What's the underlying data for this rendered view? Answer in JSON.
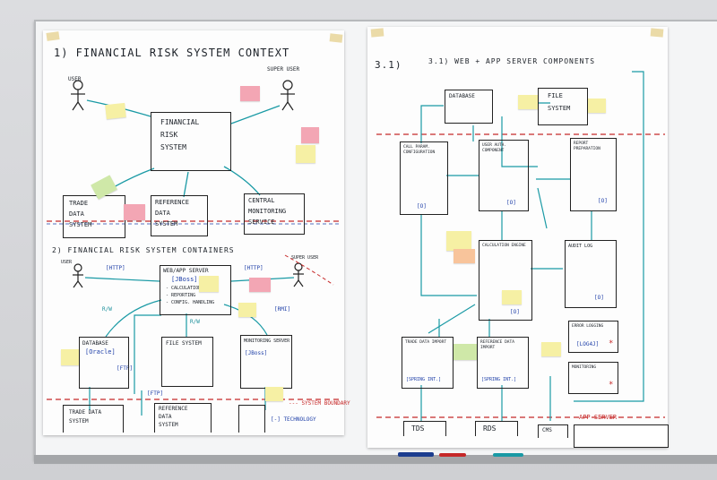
{
  "sheet1": {
    "title": "1) FINANCIAL RISK SYSTEM CONTEXT",
    "user": "USER",
    "super_user": "SUPER USER",
    "main_system": [
      "FINANCIAL",
      "RISK",
      "SYSTEM"
    ],
    "trade_data": [
      "TRADE",
      "DATA",
      "SYSTEM"
    ],
    "reference_data": [
      "REFERENCE",
      "DATA",
      "SYSTEM"
    ],
    "central_monitoring": [
      "CENTRAL",
      "MONITORING",
      "SERVICE"
    ],
    "section2_title": "2) FINANCIAL RISK SYSTEM CONTAINERS",
    "user2": "USER",
    "super_user2": "SUPER USER",
    "web_app_server": "WEB/APP SERVER",
    "jboss": "[JBoss]",
    "web_app_items": [
      "- CALCULATION",
      "- REPORTING",
      "- CONFIG. HANDLING"
    ],
    "database": "DATABASE",
    "oracle": "[Oracle]",
    "file_system": "FILE SYSTEM",
    "monitoring_server": "MONITORING SERVER",
    "trade_data_bottom": [
      "TRADE DATA",
      "SYSTEM"
    ],
    "reference_bottom": [
      "REFERENCE",
      "DATA",
      "SYSTEM"
    ],
    "http": "[HTTP]",
    "rmi": "[RMI]",
    "ftp": "[FTP]",
    "rw": "R/W",
    "system_boundary": "--- SYSTEM BOUNDARY",
    "technology": "[-] TECHNOLOGY"
  },
  "sheet2": {
    "title": "3.1) WEB + APP SERVER COMPONENTS",
    "database": "DATABASE",
    "file_system": [
      "FILE",
      "SYSTEM"
    ],
    "call_param": "CALL PARAM. CONFIGURATION",
    "user_auth": "USER AUTH. COMPONENT",
    "report_prep": "REPORT PREPARATION",
    "calc_engine": "CALCULATION ENGINE",
    "audit_log": "AUDIT LOG",
    "error_logging": "ERROR LOGGING",
    "monitoring": "MONITORING",
    "trade_import": "TRADE DATA IMPORT",
    "reference_import": "REFERENCE DATA IMPORT",
    "tds": "TDS",
    "rds": "RDS",
    "cms": "CMS",
    "spring_int": "[SPRING INT.]",
    "o_tag": "[O]",
    "logger": "[LOG4J]",
    "app_server": "APP SERVER"
  }
}
